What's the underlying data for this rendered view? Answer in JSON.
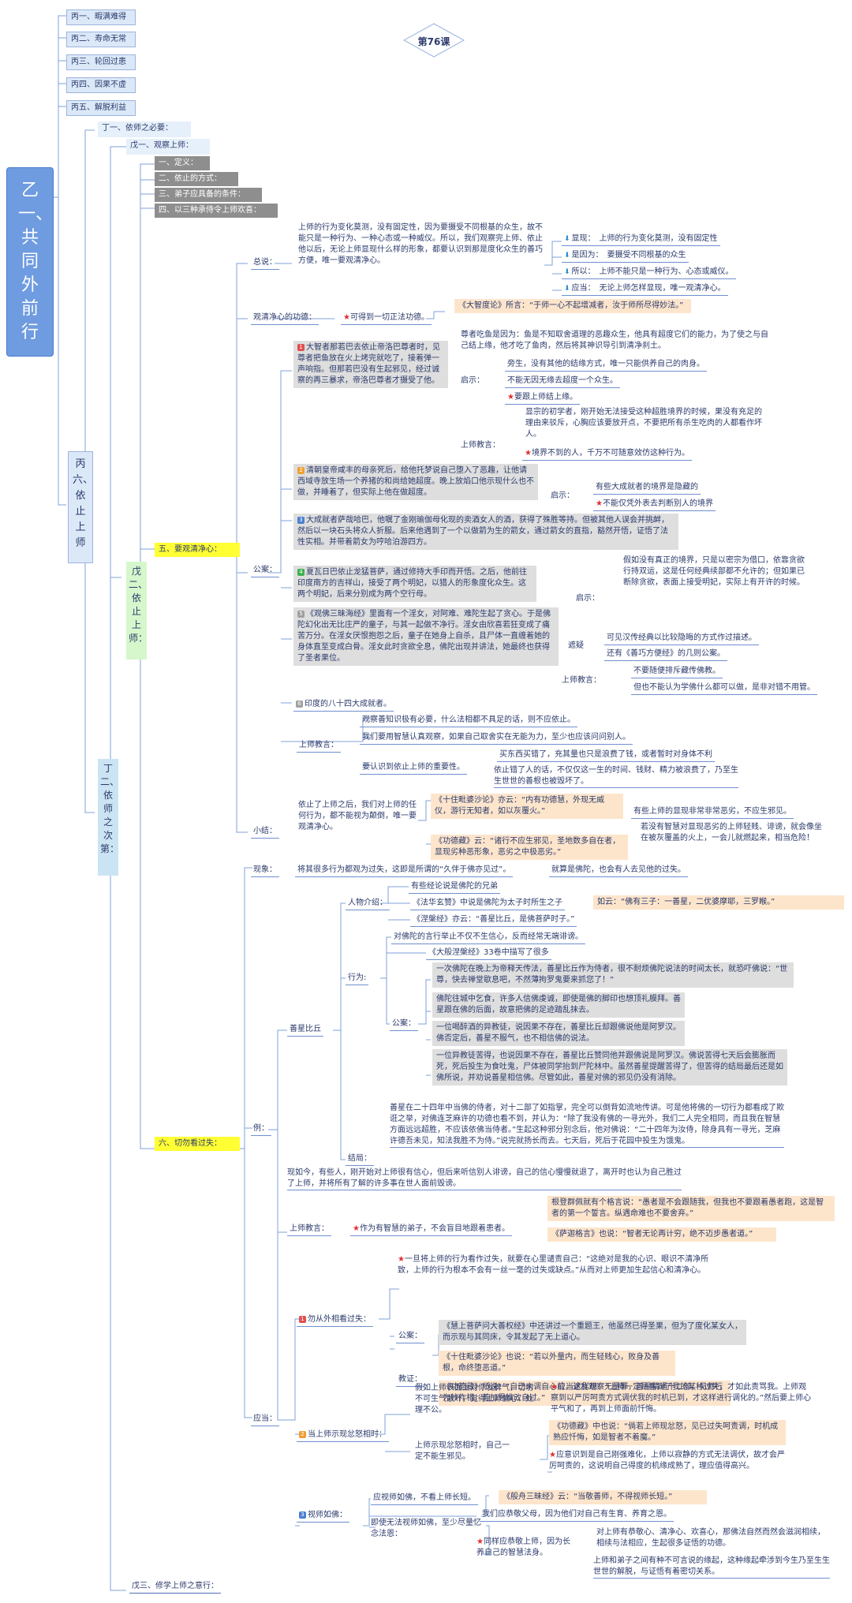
{
  "title": "第76课",
  "root": "乙一、共同外前行",
  "top_items": [
    "丙一、暇满难得",
    "丙二、寿命无常",
    "丙三、轮回过患",
    "丙四、因果不虚",
    "丙五、解脱利益"
  ],
  "bing6": "丙六、依止上师",
  "ding1": "丁一、依师之必要：",
  "ding2": "丁二、依师之次第：",
  "wu1": "戊一、观察上师：",
  "wu2": "戊二、依止上师：",
  "wu3": "戊三、修学上师之意行：",
  "sub4": [
    "一、定义：",
    "二、依止的方式：",
    "三、弟子应具备的条件：",
    "四、以三种承侍令上师欢喜："
  ],
  "five": "五、要观清净心：",
  "six": "六、切勿看过失：",
  "s5": {
    "zongshuo_label": "总说：",
    "zongshuo_text": "上师的行为变化莫测，没有固定性，因为要摄受不同根基的众生，故不能只是一种行为、一种心态或一种威仪。所以，我们观察完上师、依止他以后，无论上师显现什么样的形象，都要认识到那是度化众生的善巧方便，唯一要观清净心。",
    "zongshuo_items": [
      {
        "k": "显现：",
        "v": "上师的行为变化莫测，没有固定性"
      },
      {
        "k": "是因为：",
        "v": "要摄受不同根基的众生"
      },
      {
        "k": "所以：",
        "v": "上师不能只是一种行为、心态或威仪。"
      },
      {
        "k": "应当：",
        "v": "无论上师怎样显现，唯一观清净心。"
      }
    ],
    "gongde_label": "观清净心的功德：",
    "gongde_text": "可得到一切正法功德。",
    "gongde_quote": "《大智度论》所言：“于师一心不起增减者，汝于师所尽得妙法。”",
    "gongan_label": "公案：",
    "c1": "大智者那若巴去依止帝洛巴尊者时，见尊者把鱼放在火上烤完就吃了，接着弹一声响指。但那若巴没有生起邪见，经过诚察的再三暴求，帝洛巴尊者才摄受了他。",
    "c1_note": "尊者吃鱼是因为：鱼是不知取舍道理的恶趣众生，他具有超度它们的能力，为了使之与自己结上缘，他才吃了鱼肉，然后将其神识导引到清净刹土。",
    "qishi": "启示：",
    "c1_q1": "旁生，没有其他的结缘方式，唯一只能供养自己的肉身。",
    "c1_q2": "不能无因无缘去超度一个众生。",
    "c1_q3": "要跟上师结上缘。",
    "shangshi_jiaoyan": "上师教言：",
    "c1_j1": "显宗的初学者，刚开始无法接受这种超胜境界的时候，果没有充足的理由来驳斥，心胸应该要放开点，不要把所有杀生吃肉的人都看作坏人。",
    "c1_j2": "境界不到的人，千万不可随意效仿这种行为。",
    "c2": "清朝皇帝咸丰的母亲死后，给他托梦说自己堕入了恶趣，让他请西域寺放生场一个养猪的和尚给她超度。晚上放焰口他示现什么也不做，并睡着了，但实际上他在做超度。",
    "c2_q1": "有些大成就者的境界是隐藏的",
    "c2_q2": "不能仅凭外表去判断别人的境界",
    "c3": "大成就者萨哉哈巴，他嘱了金刚瑜伽母化现的卖酒女人的酒，获得了殊胜等持。但被其他人误会并挑衅，然后以一块石头将众人折服。后来他遇到了一个以做箭为生的箭女，通过箭女的直指，豁然开悟，证悟了法性实相。并带着箭女为哼哈泊游四方。",
    "c4": "夏瓦日巴依止龙猛菩萨，通过修持大手印而开悟。之后，他前往印度南方的吉祥山，接受了两个明妃，以猎人的形象度化众生。这两个明妃，后来分别成为两个空行母。",
    "c5": "《观佛三昧海经》里面有一个淫女，对阿难、难陀生起了贪心。于是佛陀幻化出无比庄严的童子，与其一起做不净行。淫女由欣喜若狂变成了痛苦万分。在淫女厌恨抱怨之后，童子在她身上自杀，且尸体一直缠着她的身体直至变成白骨。淫女此时贪欲全息，佛陀出现并讲法，她最终也获得了圣者果位。",
    "c45_q": "假如没有真正的境界，只是以密宗为借口，依靠贪欲行持双运，这是任何经典续部都不允许的；但如果已断除贪欲，表面上接受明妃，实际上有开许的时候。",
    "zhepi": "遮疑",
    "zhepi_1": "可见汉传经典以比较隐晦的方式作过描述。",
    "zhepi_2": "还有《善巧方便经》的几则公案。",
    "c5_j1": "不要随便排斥藏传佛教。",
    "c5_j2": "但也不能认为学佛什么都可以做，是非对错不用管。",
    "c6": "印度的八十四大成就者。",
    "s5_j_label": "上师教言：",
    "s5_j1": "观察善知识极有必要，什么法相都不具足的话，则不应依止。",
    "s5_j2": "我们要用智慧认真观察，如果自己取舍实在无能为力，至少也应该问问别人。",
    "s5_j3": "要认识到依止上师的重要性。",
    "s5_j3a": "买东西买错了，充其量也只是浪费了钱，或者暂时对身体不利",
    "s5_j3b": "依止错了人的话，不仅仅这一生的时间、钱财、精力被浪费了，乃至生生世世的善根也被毁坏了。",
    "xiaojie_label": "小结：",
    "xiaojie_text": "依止了上师之后，我们对上师的任何行为，都不能视为颠倒，唯一要观清净心。",
    "xiaojie_q1": "《十住毗婆沙论》亦云：“内有功德慧，外现无威仪，游行无知者，如以灰覆火。”",
    "xiaojie_q1n": "有些上师的显现非常非常恶劣，不应生邪见。",
    "xiaojie_q2": "《功德藏》云：“诸行不应生邪见，圣地数多自在者，显现劣种恶形象，恶劣之中极恶劣。”",
    "xiaojie_q2n": "若没有智慧对显现恶劣的上师轻贱、诽谤，就会像坐在被灰覆盖的火上，一会儿就燃起来，相当危险！"
  },
  "s6": {
    "xianxiang_label": "现象：",
    "xianxiang_text": "将其很多行为都观为过失，这即是所谓的“久伴于佛亦见过”。",
    "xianxiang_note": "就算是佛陀，也会有人去见他的过失。",
    "li_label": "例：",
    "sxbq": "善星比丘",
    "renwu_label": "人物介绍：",
    "renwu_1": "有些经论说是佛陀的兄弟",
    "renwu_2": "《法华玄赞》中说是佛陀为太子时所生之子",
    "renwu_2q": "如云：“佛有三子：一善星，二优婆摩耶，三罗睺。”",
    "renwu_3": "《涅槃经》亦云：“善星比丘，是佛菩萨时子。”",
    "xingwei_label": "行为:",
    "xingwei_1": "对佛陀的言行举止不仅不生信心，反而经常无端诽谤。",
    "xingwei_2": "《大般涅槃经》33卷中描写了很多",
    "gongan2_label": "公案：",
    "g1": "一次佛陀在晚上为帝释天传法，善星比丘作为侍者，很不耐烦佛陀说法的时间太长，就恐吓佛说：“世尊，快去禅堂歇息吧，不然薄拘罗鬼要来抓您了！”",
    "g2": "佛陀往城中乞食，许多人信佛虔诚，即使是佛的脚印也想顶礼膜拜。善星跟在佛的后面，故意把佛的足迹踏乱抹去。",
    "g3": "一位喝醉酒的异教徒，说因果不存在，善星比丘却跟佛说他是阿罗汉。佛否定后，善星不服气，也不相信佛的说法。",
    "g4": "一位异教徒苦得，也说因果不存在，善星比丘赞同他并跟佛说是阿罗汉。佛说苦得七天后会膨胀而死，死后投生为食吐鬼，尸体被同学抬到尸陀林中。虽然善星提醒苦得了，但苦得的结局最后还是如佛所说，并劝说善星相信佛。尽管如此，善星对佛的邪见仍没有消除。",
    "jieju_label": "结局：",
    "jieju_text": "善星在二十四年中当佛的侍者，对十二部了如指掌，完全可以倒背如流地传讲。可是他将佛的一切行为都看成了欺诳之举，对佛连芝麻许的功德也看不到，并认为：“除了我没有佛的一寻光外，我们二人完全相同，而且我在智慧方面远远超胜，不应该依佛当侍者。”生起这种邪分别念后，他对佛说：“二十四年为汝侍，除身具有一寻光，芝麻许德吾未见，知法我胜不为侍。”说完就扬长而去。七天后，死后于花园中投生为饿鬼。",
    "xianzhi": "现如今，有些人，刚开始对上师很有信心，但后来听信别人诽谤，自己的信心慢慢就退了，离开时也认为自己胜过了上师，并将所有了解的许多事在世人面前毁谤。",
    "j_label": "上师教言：",
    "j_text": "作为有智慧的弟子，不会盲目地跟着患者。",
    "j_q1": "根登群佩就有个格言说：“愚者是不会跟随我，但我也不要跟着愚者跑，这是智者的第一个誓言。纵遇命难也不要舍弃。”",
    "j_q2": "《萨迦格言》也说：“智者无论再计穷，绝不迈步愚者道。”",
    "yingdang_label": "应当：",
    "d1_label": "勿从外相看过失：",
    "d1_text": "一旦将上师的行为看作过失，就要在心里谴责自己：“这绝对是我的心识、眼识不清净所致，上师的行为根本不会有一丝一毫的过失或缺点。”从而对上师更加生起信心和清净心。",
    "d1_gongan_label": "公案：",
    "d1_gongan": "《慧上菩萨问大善权经》中还讲过一个重题王，他虽然已得圣果，但为了度化某女人，而示现与其同床，令其发起了无上道心。",
    "d1_jz_label": "教证：",
    "d1_jz1": "《十住毗婆沙论》也说：“若以外量内，而生轻贱心，败身及善根，命终堕恶道。”",
    "d1_jz2": "《功德藏》所说：“自己未调自心前，迷乱观察无量罪，善星精通十二部，见师行为较作相，善加思维改自过。”",
    "d2_label": "当上师示现忿怒相时：",
    "d2_text": "假如上师表面上对你发脾气，切切不可生气散坏，觉得上师偏心、处理不公。",
    "d2_note": "应当这样想：“上师一定是看到了我的某种过失，才如此责骂我。上师观察到以严厉呵责方式调伏我的时机已到，才这样进行调化的。”然后要上师心平气和了，再到上师面前忏悔。",
    "d2_b": "上师示现忿怒相时，自己一定不能生邪见。",
    "d2_q": "《功德藏》中也说：“倘若上师现忿怒，见已过失呵责调，时机成熟应忏悔，如是智者不着魔。”",
    "d2_n": "应意识到是自己刚强难化，上师以寂静的方式无法调伏，故才会严厉呵责的，这说明自己得度的机缘成熟了，理应值得高兴。",
    "d3_label": "视师如佛：",
    "d3_text": "应视师如佛，不看上师长短。",
    "d3_q": "《般舟三昧经》云：“当敬善师，不得视师长短。”",
    "d3_b": "即使无法视师如佛，至少尽量忆念法恩：",
    "d3_b1": "我们应恭敬父母，因为他们对自己有生育、养育之恩。",
    "d3_b2": "同样应恭敬上师，因为长养自己的智慧法身。",
    "d3_b2a": "对上师有恭敬心、清净心、欢喜心，那佛法自然而然会滋润相续，相续与法相应，生起很多证悟的功德。",
    "d3_b2b": "上师和弟子之间有种不可言说的缘起，这种缘起牵涉到今生乃至生生世世的解脱，与证悟有着密切关系。"
  }
}
